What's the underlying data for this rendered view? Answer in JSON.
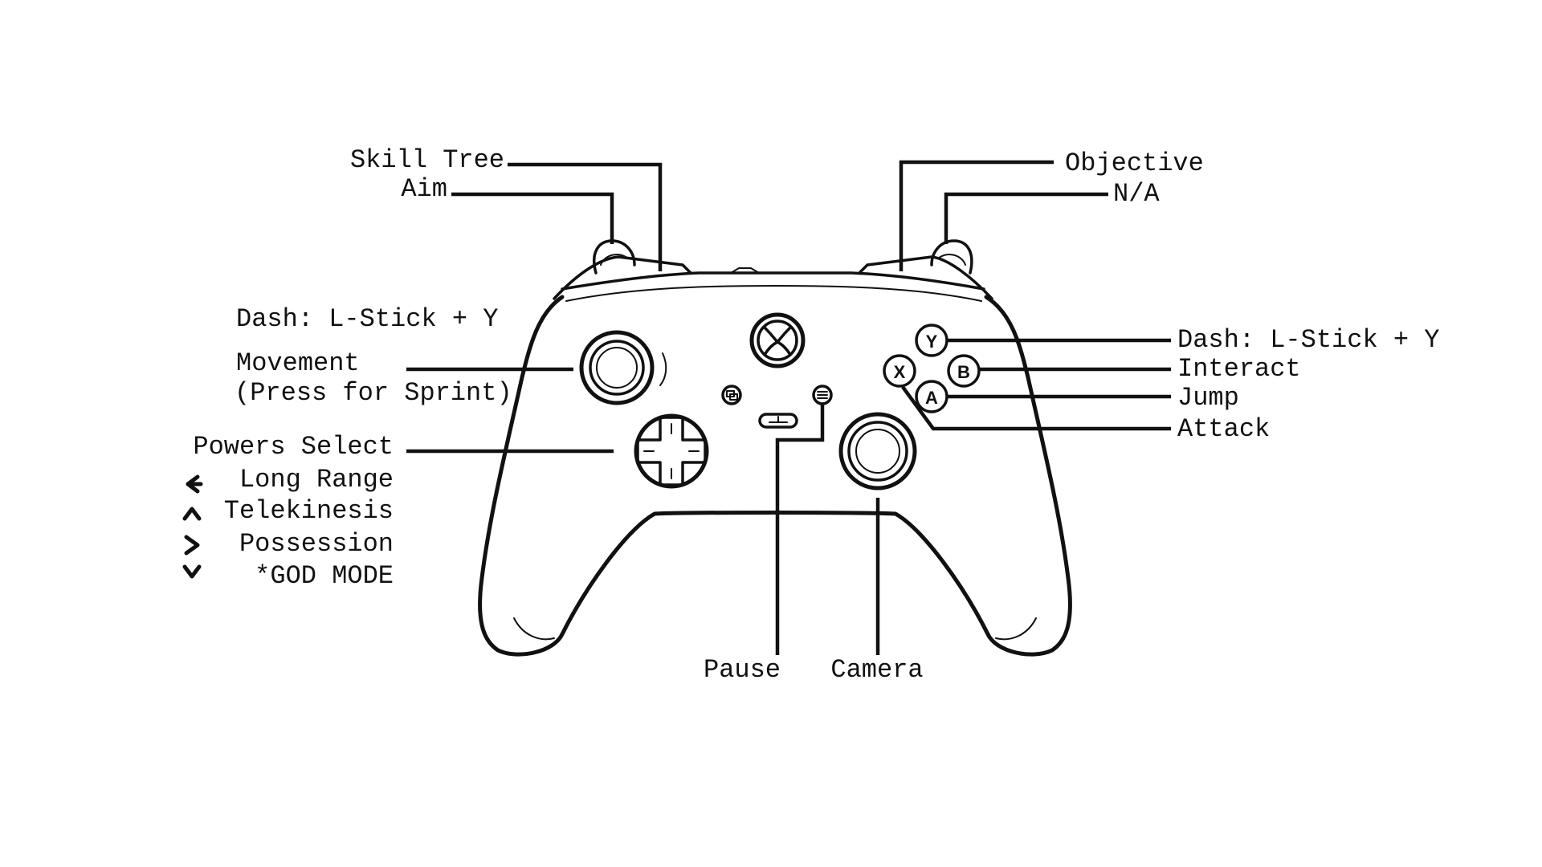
{
  "labels": {
    "skill_tree": "Skill Tree",
    "aim": "Aim",
    "objective": "Objective",
    "na": "N/A",
    "dash_left": "Dash: L-Stick + Y",
    "movement": "Movement",
    "movement_sub": "(Press for Sprint)",
    "powers_select": "Powers Select",
    "long_range": "Long Range",
    "telekinesis": "Telekinesis",
    "possession": "Possession",
    "god_mode": "*GOD MODE",
    "dash_right": "Dash: L-Stick + Y",
    "interact": "Interact",
    "jump": "Jump",
    "attack": "Attack",
    "pause": "Pause",
    "camera": "Camera"
  },
  "buttons": {
    "y": "Y",
    "b": "B",
    "x": "X",
    "a": "A"
  },
  "icons": {
    "left": "arrow-left-icon",
    "up": "arrow-up-icon",
    "right": "arrow-right-icon",
    "down": "arrow-down-icon"
  },
  "colors": {
    "ink": "#111111",
    "background": "#ffffff"
  }
}
